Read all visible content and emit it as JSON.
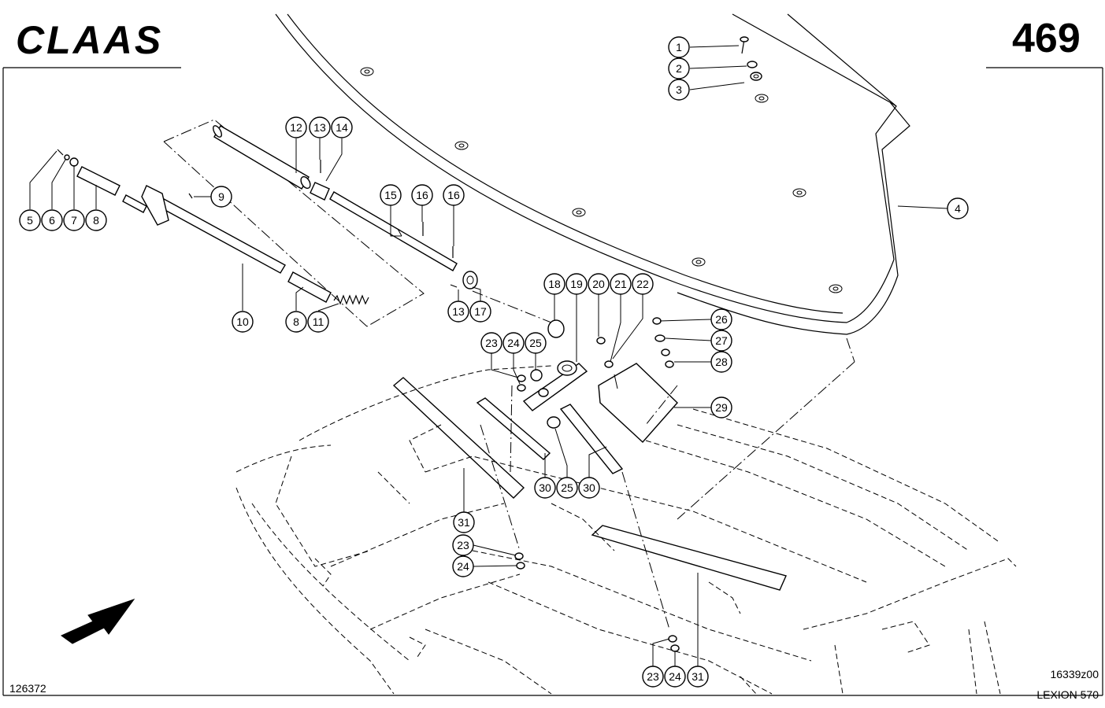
{
  "header": {
    "brand": "CLAAS",
    "page_number": "469"
  },
  "footer": {
    "left_code": "126372",
    "right_code": "16339z00",
    "model": "LEXION 570"
  },
  "callouts": [
    {
      "n": "1"
    },
    {
      "n": "2"
    },
    {
      "n": "3"
    },
    {
      "n": "4"
    },
    {
      "n": "5"
    },
    {
      "n": "6"
    },
    {
      "n": "7"
    },
    {
      "n": "8"
    },
    {
      "n": "9"
    },
    {
      "n": "10"
    },
    {
      "n": "8"
    },
    {
      "n": "11"
    },
    {
      "n": "12"
    },
    {
      "n": "13"
    },
    {
      "n": "14"
    },
    {
      "n": "15"
    },
    {
      "n": "16"
    },
    {
      "n": "16"
    },
    {
      "n": "13"
    },
    {
      "n": "17"
    },
    {
      "n": "18"
    },
    {
      "n": "19"
    },
    {
      "n": "20"
    },
    {
      "n": "21"
    },
    {
      "n": "22"
    },
    {
      "n": "23"
    },
    {
      "n": "24"
    },
    {
      "n": "25"
    },
    {
      "n": "26"
    },
    {
      "n": "27"
    },
    {
      "n": "28"
    },
    {
      "n": "29"
    },
    {
      "n": "30"
    },
    {
      "n": "25"
    },
    {
      "n": "30"
    },
    {
      "n": "31"
    },
    {
      "n": "23"
    },
    {
      "n": "24"
    },
    {
      "n": "23"
    },
    {
      "n": "24"
    },
    {
      "n": "31"
    }
  ]
}
